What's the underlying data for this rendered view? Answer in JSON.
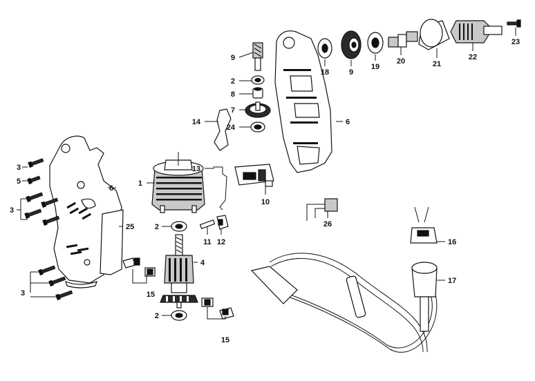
{
  "diagram": {
    "callouts": {
      "p1": "1",
      "p2a": "2",
      "p2b": "2",
      "p2c": "2",
      "p3a": "3",
      "p3b": "3",
      "p3c": "3",
      "p4": "4",
      "p5": "5",
      "p6a": "6",
      "p6b": "6",
      "p7": "7",
      "p8": "8",
      "p9a": "9",
      "p9b": "9",
      "p10": "10",
      "p11": "11",
      "p12": "12",
      "p13": "13",
      "p14": "14",
      "p15a": "15",
      "p15b": "15",
      "p16": "16",
      "p17": "17",
      "p18": "18",
      "p19": "19",
      "p20": "20",
      "p21": "21",
      "p22": "22",
      "p23": "23",
      "p24": "24",
      "p25": "25",
      "p26": "26"
    }
  }
}
